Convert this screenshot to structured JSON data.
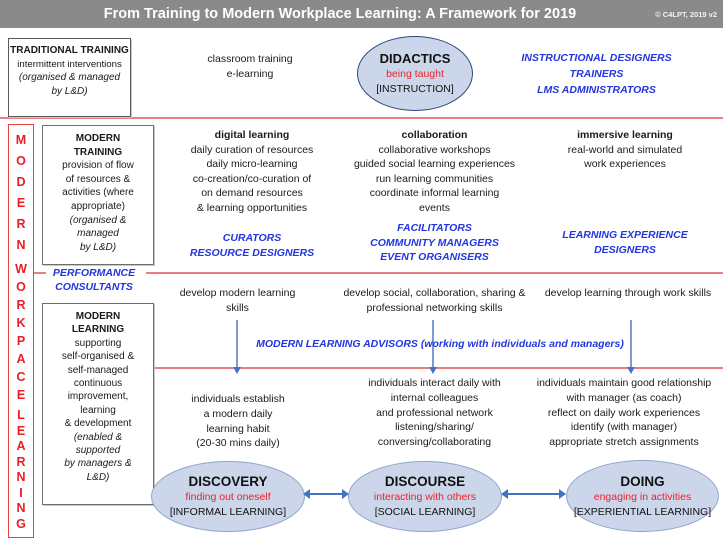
{
  "header": {
    "title": "From Training to Modern Workplace Learning: A Framework for 2019",
    "copyright": "© C4LPT, 2019 v2"
  },
  "colors": {
    "header_bg": "#8a8a8a",
    "red_line": "#e97e7e",
    "red_text": "#e8232b",
    "blue_text": "#2336df",
    "arrow_blue": "#4472c4",
    "ellipse_fill": "#ccd6ea"
  },
  "sidebar": {
    "words": [
      "MODERN",
      "WORKPACE",
      "LEARNING"
    ]
  },
  "top": {
    "box": {
      "title": "TRADITIONAL TRAINING",
      "body": "intermittent interventions",
      "note_lines": [
        "(organised & managed",
        "by L&D)"
      ]
    },
    "activities": [
      "classroom training",
      "e-learning"
    ],
    "ellipse": {
      "title": "DIDACTICS",
      "sub": "being taught",
      "bracket": "[INSTRUCTION]"
    },
    "roles": [
      "INSTRUCTIONAL DESIGNERS",
      "TRAINERS",
      "LMS ADMINISTRATORS"
    ]
  },
  "row1": {
    "box": {
      "title_lines": [
        "MODERN",
        "TRAINING"
      ],
      "body_lines": [
        "provision of flow",
        "of resources &",
        "activities (where",
        "appropriate)"
      ],
      "note_lines": [
        "(organised &",
        "managed",
        "by L&D)"
      ]
    },
    "col1": {
      "heading": "digital learning",
      "lines": [
        "daily curation of resources",
        "daily micro-learning",
        "co-creation/co-curation of",
        "on demand resources",
        "& learning opportunities"
      ],
      "roles": [
        "CURATORS",
        "RESOURCE DESIGNERS"
      ]
    },
    "col2": {
      "heading": "collaboration",
      "lines": [
        "collaborative workshops",
        "guided social learning experiences",
        "run learning communities",
        "coordinate informal learning",
        "events"
      ],
      "roles": [
        "FACILITATORS",
        "COMMUNITY MANAGERS",
        "EVENT ORGANISERS"
      ]
    },
    "col3": {
      "heading": "immersive learning",
      "lines": [
        "real-world and simulated",
        "work experiences"
      ],
      "roles": [
        "LEARNING EXPERIENCE",
        "DESIGNERS"
      ]
    }
  },
  "performance_consultants_lines": [
    "PERFORMANCE",
    "CONSULTANTS"
  ],
  "row2": {
    "box": {
      "title_lines": [
        "MODERN",
        "LEARNING"
      ],
      "body_lines": [
        "supporting",
        "self-organised &",
        "self-managed",
        "continuous",
        "improvement,",
        "learning",
        "& development"
      ],
      "note_lines": [
        "(enabled &",
        "supported",
        "by managers &",
        "L&D)"
      ]
    },
    "develop1": "develop modern learning skills",
    "develop2": "develop social, collaboration, sharing & professional networking skills",
    "develop3": "develop learning through work skills",
    "advisors": "MODERN LEARNING ADVISORS (working with individuals and managers)",
    "outcome1_lines": [
      "individuals establish",
      "a modern daily",
      "learning habit",
      "(20-30 mins daily)"
    ],
    "outcome2_lines": [
      "individuals interact daily with",
      "internal colleagues",
      "and professional network",
      "listening/sharing/",
      "conversing/collaborating"
    ],
    "outcome3_lines": [
      "individuals maintain good relationship",
      "with manager (as coach)",
      "reflect on daily work experiences",
      "identify (with manager)",
      "appropriate stretch assignments"
    ]
  },
  "ellipses": [
    {
      "title": "DISCOVERY",
      "sub": "finding out oneself",
      "bracket": "[INFORMAL LEARNING]"
    },
    {
      "title": "DISCOURSE",
      "sub": "interacting with others",
      "bracket": "[SOCIAL LEARNING]"
    },
    {
      "title": "DOING",
      "sub": "engaging in activities",
      "bracket": "[EXPERIENTIAL LEARNING]"
    }
  ]
}
